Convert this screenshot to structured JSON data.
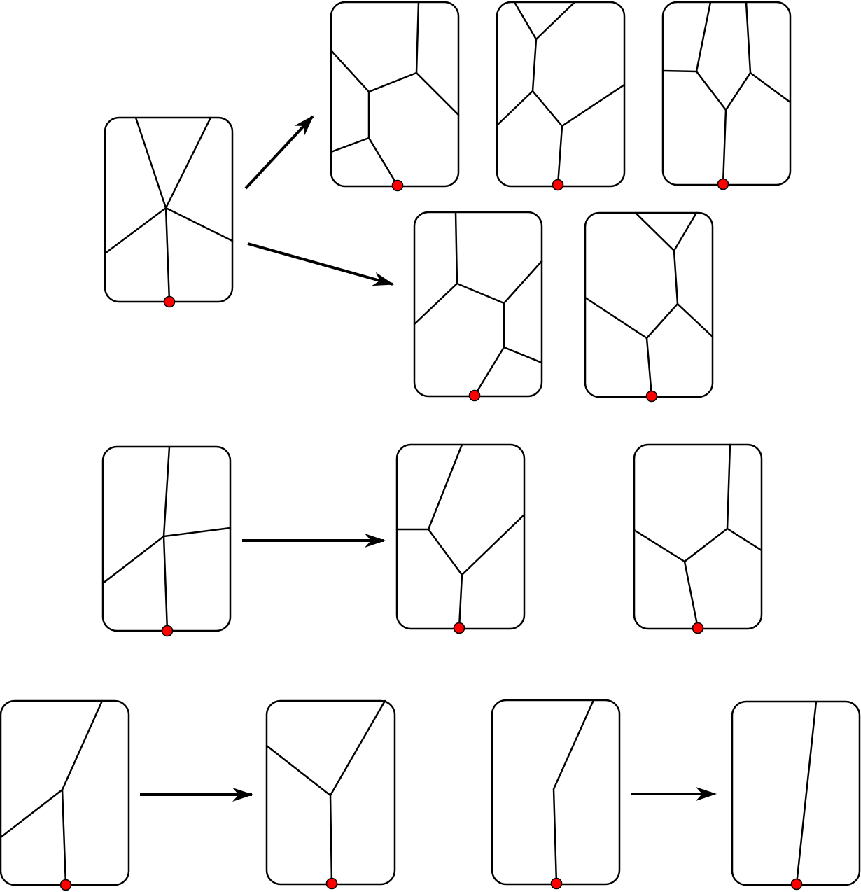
{
  "figure": {
    "description_text": "",
    "colors": {
      "stroke": "#000000",
      "panel_fill": "#ffffff",
      "root_marker": "#ff0000"
    },
    "icons": {
      "root_marker": "red-dot-icon",
      "transition": "arrow-icon"
    },
    "groups": [
      {
        "id": "group-1",
        "source": "panel-1a",
        "targets": [
          "panel-1b",
          "panel-1c",
          "panel-1d",
          "panel-1e",
          "panel-1f"
        ]
      },
      {
        "id": "group-2",
        "source": "panel-2a",
        "targets": [
          "panel-2b",
          "panel-2c"
        ]
      },
      {
        "id": "group-3",
        "source": "panel-3a",
        "targets": [
          "panel-3b"
        ]
      },
      {
        "id": "group-4",
        "source": "panel-4a",
        "targets": [
          "panel-4b"
        ]
      }
    ]
  }
}
